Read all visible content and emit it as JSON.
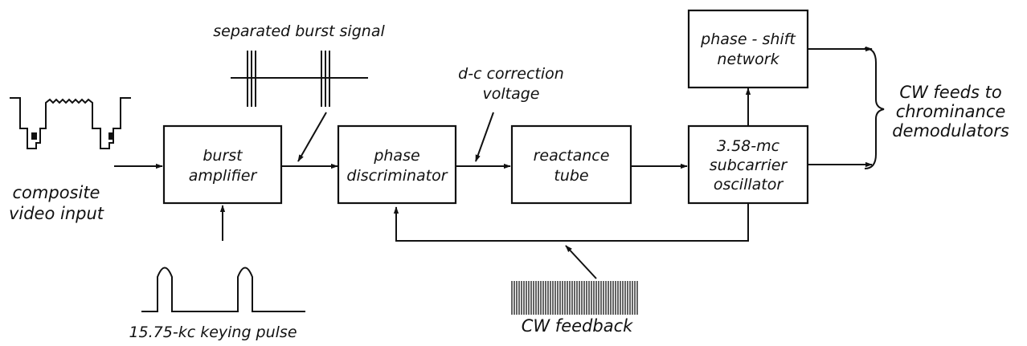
{
  "blocks": {
    "burst_amplifier": [
      "burst",
      "amplifier"
    ],
    "phase_discriminator": [
      "phase",
      "discriminator"
    ],
    "reactance_tube": [
      "reactance",
      "tube"
    ],
    "subcarrier_oscillator": [
      "3.58-mc",
      "subcarrier",
      "oscillator"
    ],
    "phase_shift_network": [
      "phase - shift",
      "network"
    ]
  },
  "annotations": {
    "composite_video_input": [
      "composite",
      "video input"
    ],
    "separated_burst_signal": "separated  burst signal",
    "dc_correction_voltage": [
      "d-c correction",
      "voltage"
    ],
    "cw_feeds": [
      "CW feeds to",
      "chrominance",
      "demodulators"
    ],
    "keying_pulse": "15.75-kc keying pulse",
    "cw_feedback": "CW  feedback"
  }
}
